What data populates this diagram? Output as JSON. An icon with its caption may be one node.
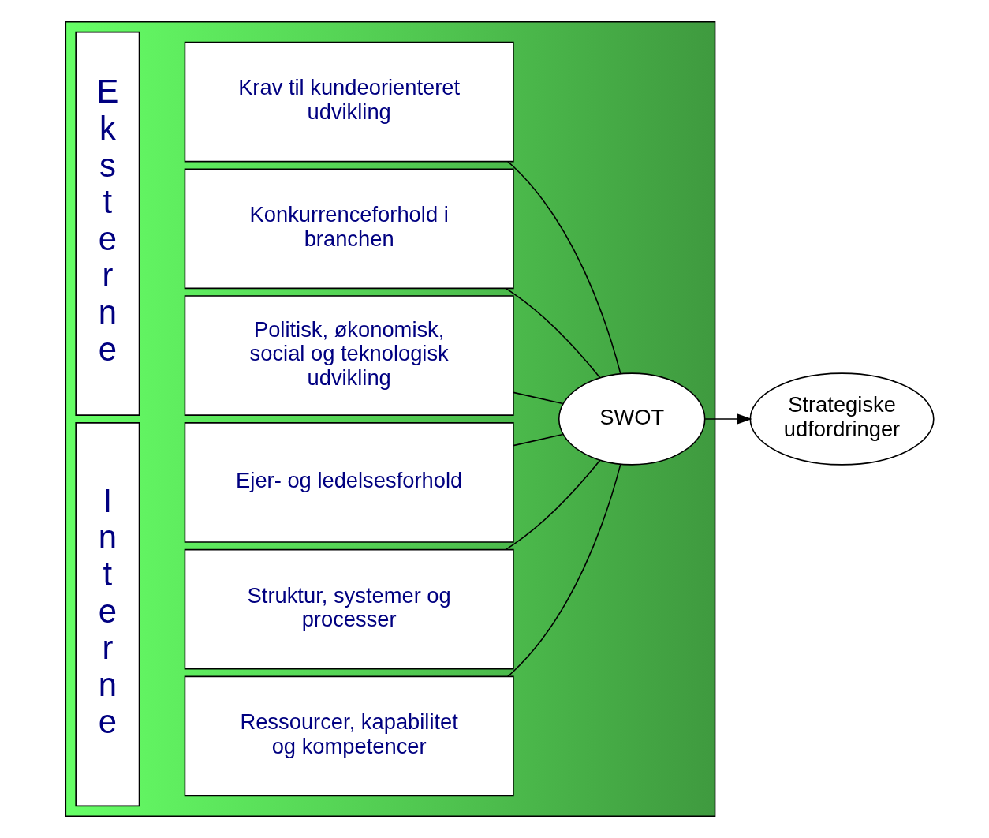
{
  "diagram": {
    "nodes": [
      {
        "text": [],
        "shape": "pentagon"
      },
      {
        "text": [
          "Eksterne"
        ],
        "in": 0
      },
      {
        "text": [
          "Politisk, økonomisk, social og teknologisk udvikling"
        ],
        "in": 0
      },
      {
        "text": [
          "Konkurrenceforhold i branchen"
        ],
        "in": 0
      },
      {
        "text": [
          "Krav til kundeorienteret udvikling"
        ],
        "in": 0
      },
      {
        "text": [
          "Interne"
        ],
        "in": 0
      },
      {
        "text": [
          "Ressourcer, kapabilitet og kompetencer"
        ],
        "in": 0
      },
      {
        "text": [
          "Struktur, systemer og processer"
        ],
        "in": 0
      },
      {
        "text": [
          "Ejer- og ledelsesforhold"
        ],
        "in": 0
      },
      {
        "text": [
          "SWOT"
        ],
        "in": 0
      },
      {
        "text": [
          "Strategiske udfordringer"
        ]
      }
    ],
    "edges": [
      {
        "from": 2,
        "to": 9,
        "arrow": "none"
      },
      {
        "from": 3,
        "to": 9,
        "arrow": "none"
      },
      {
        "from": 4,
        "to": 9,
        "arrow": "none"
      },
      {
        "from": 6,
        "to": 9,
        "arrow": "none"
      },
      {
        "from": 7,
        "to": 9,
        "arrow": "none"
      },
      {
        "from": 8,
        "to": 9,
        "arrow": "none"
      },
      {
        "from": 9,
        "to": 10,
        "arrow": "to"
      }
    ]
  }
}
